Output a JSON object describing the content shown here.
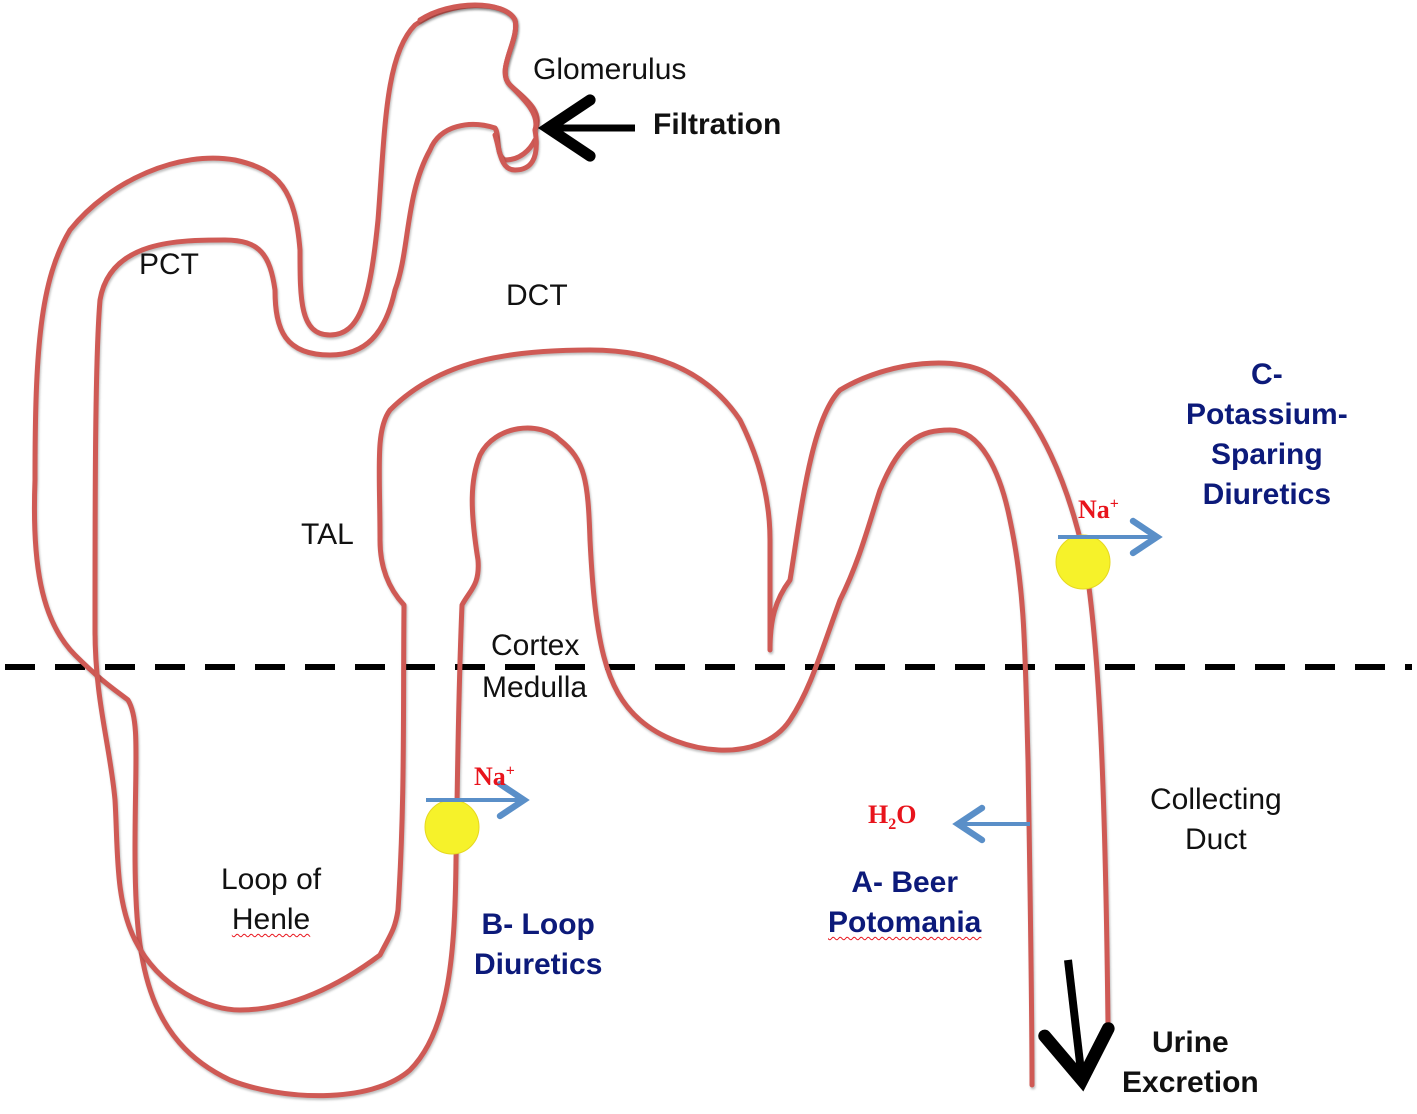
{
  "title": "Nephron segments and sites of action",
  "colors": {
    "tubule": "#cf5a55",
    "drug_label": "#0c1a7a",
    "ion_label": "#e8141c",
    "transport_arrow": "#5a8fc8",
    "transporter": "#f6f22a",
    "divider": "#000000"
  },
  "segments": {
    "glomerulus": "Glomerulus",
    "pct": "PCT",
    "dct": "DCT",
    "tal": "TAL",
    "loop": "Loop of",
    "loop_line2": "Henle",
    "collecting": "Collecting",
    "collecting_line2": "Duct"
  },
  "zones": {
    "cortex": "Cortex",
    "medulla": "Medulla"
  },
  "processes": {
    "filtration": "Filtration",
    "urine_line1": "Urine",
    "urine_line2": "Excretion"
  },
  "ions": {
    "na_tal": {
      "base": "Na",
      "sup": "+"
    },
    "na_cd": {
      "base": "Na",
      "sup": "+"
    },
    "water": {
      "base1": "H",
      "sub": "2",
      "base2": "O"
    }
  },
  "sites": {
    "a_line1": "A- Beer",
    "a_line2": "Potomania",
    "b_line1": "B- Loop",
    "b_line2": "Diuretics",
    "c_line1": "C-",
    "c_line2": "Potassium-",
    "c_line3": "Sparing",
    "c_line4": "Diuretics"
  }
}
